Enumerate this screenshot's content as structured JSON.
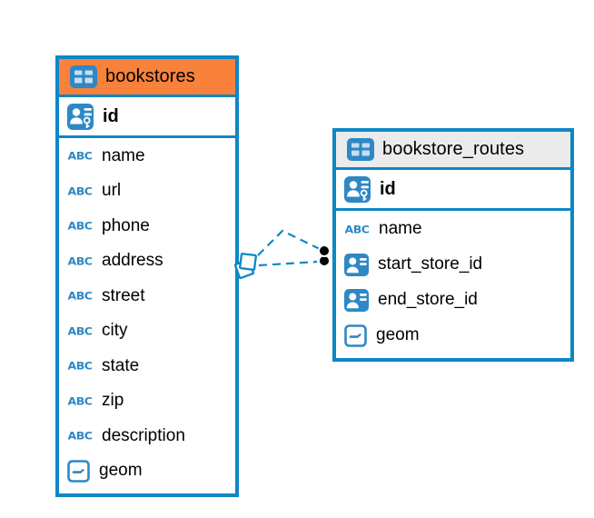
{
  "diagram_type": "entity-relationship",
  "colors": {
    "accent_blue": "#0d87c7",
    "bookstores_header_bg": "#f8823c",
    "routes_header_bg": "#ebebeb",
    "row_text": "#000000",
    "relationship_line": "#0d87c7",
    "relationship_target_dot": "#000000",
    "icon_cell_blue": "#c6ddef"
  },
  "tables": {
    "bookstores": {
      "title": "bookstores",
      "pk": "id",
      "columns": [
        "name",
        "url",
        "phone",
        "address",
        "street",
        "city",
        "state",
        "zip",
        "description",
        "geom"
      ],
      "column_types": [
        "text",
        "text",
        "text",
        "text",
        "text",
        "text",
        "text",
        "text",
        "text",
        "geometry"
      ]
    },
    "bookstore_routes": {
      "title": "bookstore_routes",
      "pk": "id",
      "columns": [
        "name",
        "start_store_id",
        "end_store_id",
        "geom"
      ],
      "column_types": [
        "text",
        "reference",
        "reference",
        "geometry"
      ]
    }
  },
  "relationship": {
    "from_table": "bookstores",
    "to_table": "bookstore_routes",
    "line_count": 2,
    "line_style": "dashed"
  }
}
